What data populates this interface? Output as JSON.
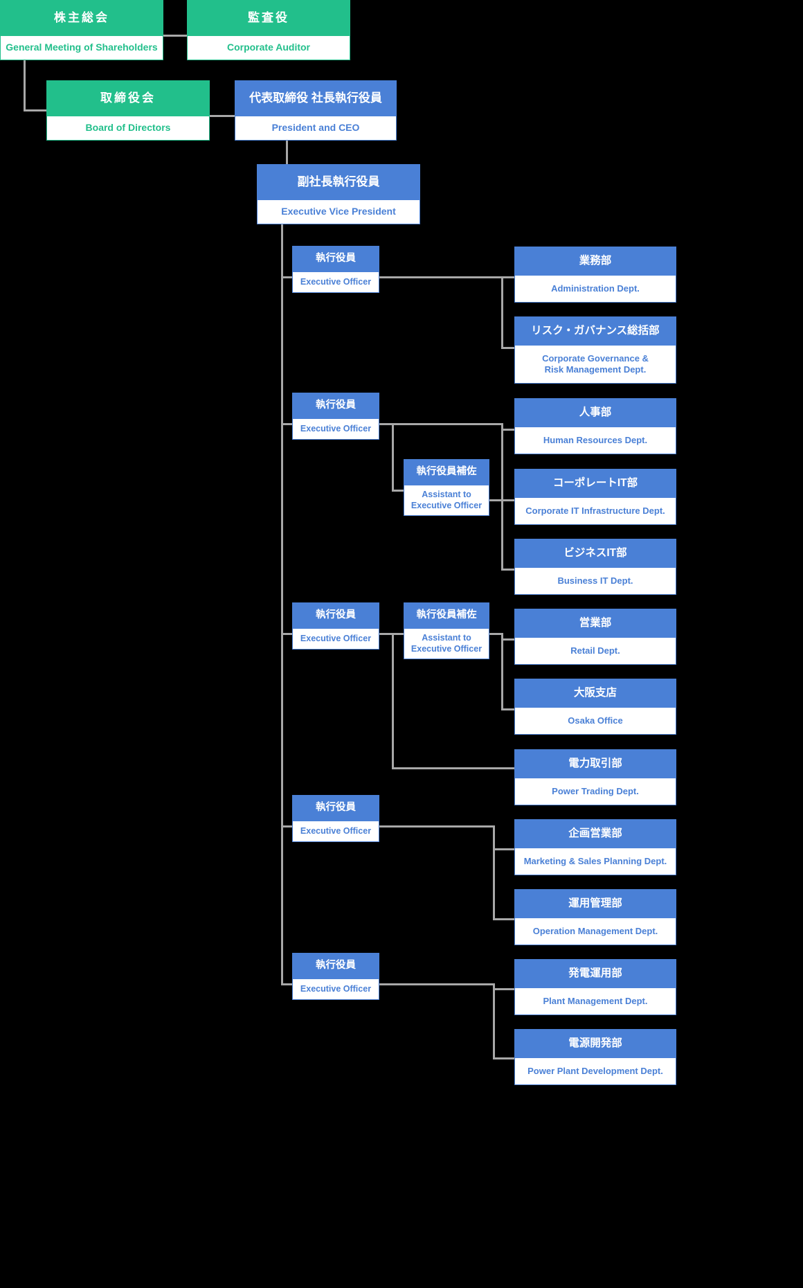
{
  "title": "Organization Chart",
  "colors": {
    "background": "#000000",
    "green": "#22bf8b",
    "blue": "#4a80d6",
    "line": "#a8a8a8",
    "box_body": "#ffffff"
  },
  "nodes": {
    "shareholders": {
      "jp": "株主総会",
      "en": "General Meeting of Shareholders"
    },
    "auditor": {
      "jp": "監査役",
      "en": "Corporate Auditor"
    },
    "board": {
      "jp": "取締役会",
      "en": "Board of Directors"
    },
    "ceo": {
      "jp": "代表取締役 社長執行役員",
      "en": "President and CEO"
    },
    "evp": {
      "jp": "副社長執行役員",
      "en": "Executive Vice President"
    },
    "eo1": {
      "jp": "執行役員",
      "en": "Executive Officer"
    },
    "eo2": {
      "jp": "執行役員",
      "en": "Executive Officer"
    },
    "eo3": {
      "jp": "執行役員",
      "en": "Executive Officer"
    },
    "eo4": {
      "jp": "執行役員",
      "en": "Executive Officer"
    },
    "eo5": {
      "jp": "執行役員",
      "en": "Executive Officer"
    },
    "aeo1": {
      "jp": "執行役員補佐",
      "en": "Assistant to\nExecutive Officer"
    },
    "aeo2": {
      "jp": "執行役員補佐",
      "en": "Assistant to\nExecutive Officer"
    },
    "dept_admin": {
      "jp": "業務部",
      "en": "Administration Dept."
    },
    "dept_risk": {
      "jp": "リスク・ガバナンス総括部",
      "en": "Corporate Governance &\nRisk Management Dept."
    },
    "dept_hr": {
      "jp": "人事部",
      "en": "Human Resources Dept."
    },
    "dept_corpit": {
      "jp": "コーポレートIT部",
      "en": "Corporate IT Infrastructure Dept."
    },
    "dept_bizit": {
      "jp": "ビジネスIT部",
      "en": "Business IT Dept."
    },
    "dept_retail": {
      "jp": "営業部",
      "en": "Retail Dept."
    },
    "dept_osaka": {
      "jp": "大阪支店",
      "en": "Osaka Office"
    },
    "dept_power_trading": {
      "jp": "電力取引部",
      "en": "Power Trading Dept."
    },
    "dept_marketing": {
      "jp": "企画営業部",
      "en": "Marketing & Sales Planning Dept."
    },
    "dept_operation": {
      "jp": "運用管理部",
      "en": "Operation Management Dept."
    },
    "dept_plant": {
      "jp": "発電運用部",
      "en": "Plant Management Dept."
    },
    "dept_power_dev": {
      "jp": "電源開発部",
      "en": "Power Plant Development Dept."
    }
  }
}
